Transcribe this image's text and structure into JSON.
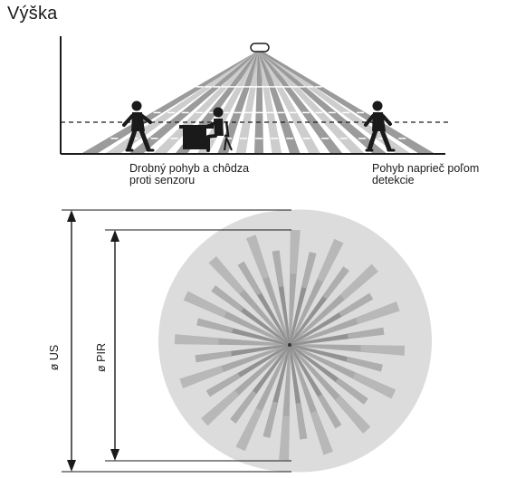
{
  "side_view": {
    "axis_label": "Výška",
    "caption_left_line1": "Drobný pohyb a chôdza",
    "caption_left_line2": "proti senzoru",
    "caption_right_line1": "Pohyb naprieč poľom",
    "caption_right_line2": "detekcie"
  },
  "top_view": {
    "label_us": "ø US",
    "label_pir": "ø PIR"
  },
  "colors": {
    "ink": "#1a1a1a",
    "ray_dark": "#8a8a8a",
    "ray_light": "#c4c4c4",
    "us_disc": "#dcdcdc",
    "pir_ray": "#9c9c9c"
  }
}
